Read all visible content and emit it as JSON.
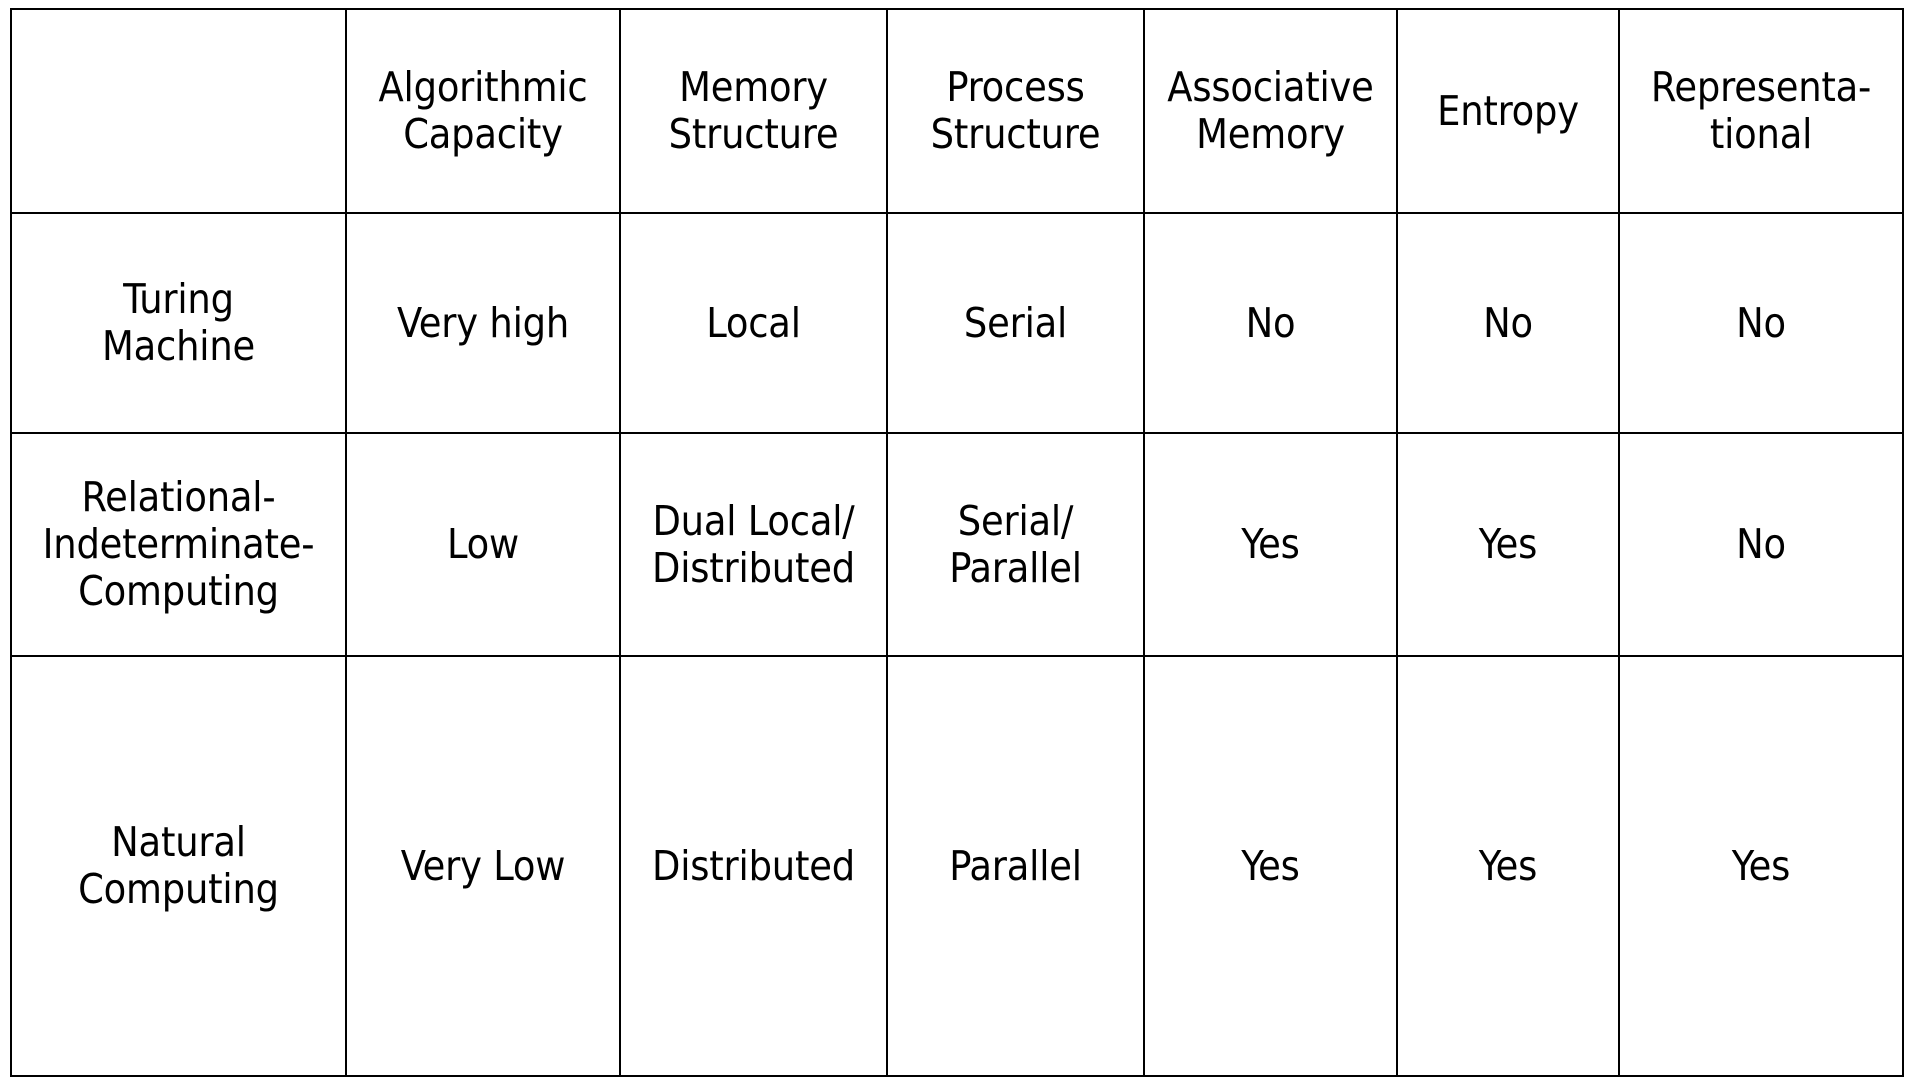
{
  "table": {
    "corner_label": "",
    "columns": [
      "",
      "Algorithmic\nCapacity",
      "Memory\nStructure",
      "Process\nStructure",
      "Associative\nMemory",
      "Entropy",
      "Representa-\ntional"
    ],
    "rows": [
      {
        "label": "Turing\nMachine",
        "cells": [
          "Very high",
          "Local",
          "Serial",
          "No",
          "No",
          "No"
        ]
      },
      {
        "label": "Relational-\nIndeterminate-\nComputing",
        "cells": [
          "Low",
          "Dual Local/\nDistributed",
          "Serial/\nParallel",
          "Yes",
          "Yes",
          "No"
        ]
      },
      {
        "label": "Natural\nComputing",
        "cells": [
          "Very Low",
          "Distributed",
          "Parallel",
          "Yes",
          "Yes",
          "Yes"
        ]
      }
    ]
  },
  "style": {
    "border_color": "#000000",
    "background_color": "#ffffff",
    "text_color": "#000000"
  }
}
